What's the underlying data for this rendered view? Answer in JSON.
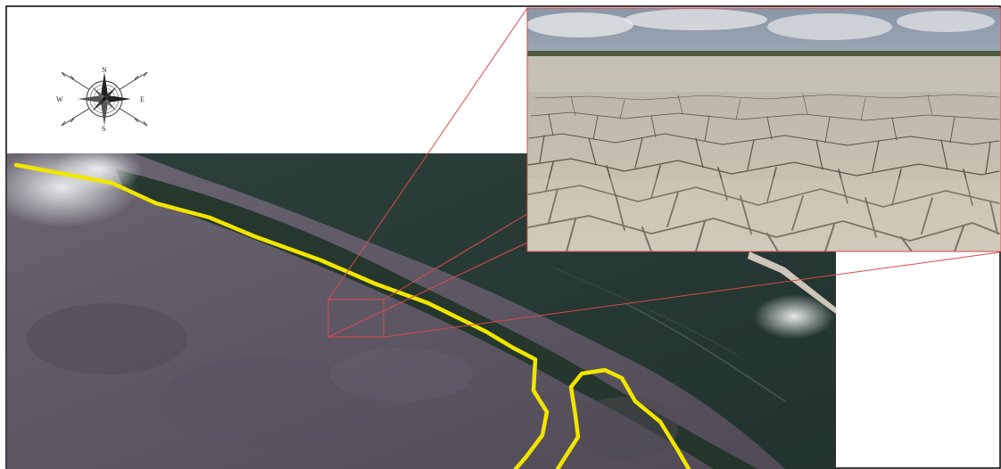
{
  "figure": {
    "compass": {
      "north": "N",
      "south": "S",
      "east": "E",
      "west": "W"
    },
    "colors": {
      "boundary_line": "#f2e600",
      "zoom_lines": "#d94a4a",
      "frame": "#000000",
      "cloud": "#e8ecef"
    },
    "layers": {
      "satellite_map": "satellite-imagery",
      "inset_photo": "dry-cracked-mud-photo"
    }
  }
}
